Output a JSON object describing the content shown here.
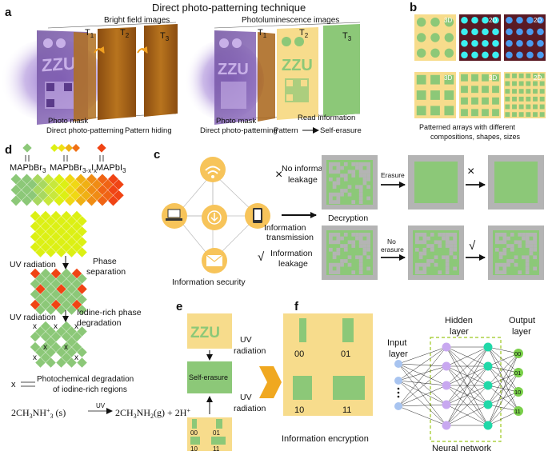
{
  "panels": {
    "a": "a",
    "b": "b",
    "c": "c",
    "d": "d",
    "e": "e",
    "f": "f"
  },
  "a": {
    "title": "Direct photo-patterning technique",
    "bright_field": "Bright field images",
    "photoluminescence": "Photoluminescence images",
    "t1": "T",
    "t1_sub": "1",
    "t2": "T",
    "t2_sub": "2",
    "t3": "T",
    "t3_sub": "3",
    "mask_text": "ZZU",
    "photo_mask_left": "Photo mask",
    "direct_left": "Direct photo-patterning",
    "pattern_hiding": "Pattern hiding",
    "photo_mask_right": "Photo mask",
    "direct_right": "Direct photo-patterning",
    "read_info": "Read information",
    "pattern": "Pattern",
    "self_erasure": "Self-erasure"
  },
  "b": {
    "tag_3d": "3D",
    "tag_2d": "2D",
    "caption1": "Patterned arrays with different",
    "caption2": "compositions, shapes, sizes"
  },
  "c": {
    "no_leak1": "No information",
    "no_leak2": "leakage",
    "cross": "×",
    "erasure": "Erasure",
    "decryption": "Decryption",
    "transmission1": "Information",
    "transmission2": "transmission",
    "check": "√",
    "leak1": "Information",
    "leak2": "leakage",
    "no_erasure1": "No",
    "no_erasure2": "erasure",
    "security": "Information security"
  },
  "d": {
    "mapbbr": "MAPbBr",
    "mapbbr_sub": "3",
    "mixed": "MAPbBr",
    "mixed_sub": "3-x",
    "mixed_i": "I",
    "mixed_isub": "x",
    "mapbi": "MAPbI",
    "mapbi_sub": "3",
    "uv1": "UV radiation",
    "phase1": "Phase",
    "phase2": "separation",
    "uv2": "UV radiation",
    "iodine1": "Iodine-rich phase",
    "iodine2": "degradation",
    "x": "x",
    "photochem1": "Photochemical degradation",
    "photochem2": "of iodine-rich regions",
    "eq_left": "2CH",
    "eq_uv": "UV",
    "eq_right": "2CH",
    "eq_tail": "+ 2H"
  },
  "e": {
    "zzu": "ZZU",
    "uv_top1": "UV",
    "uv_top2": "radiation",
    "self_erasure": "Self-erasure",
    "uv_bot1": "UV",
    "uv_bot2": "radiation",
    "c00": "00",
    "c01": "01",
    "c10": "10",
    "c11": "11"
  },
  "f": {
    "c00": "00",
    "c01": "01",
    "c10": "10",
    "c11": "11",
    "encryption": "Information encryption",
    "input1": "Input",
    "input2": "layer",
    "hidden1": "Hidden",
    "hidden2": "layer",
    "output1": "Output",
    "output2": "layer",
    "nn": "Neural network",
    "out0": "00",
    "out1": "01",
    "out2": "10",
    "out3": "11"
  },
  "colors": {
    "green": "#8cc878",
    "yellow": "#f7dc8c",
    "orange": "#f4c45a",
    "brown": "#a86418",
    "purple": "#7a5aa8",
    "maroon": "#5a1a24",
    "cyan": "#3cf0f0",
    "blue": "#4a9cf0",
    "lime": "#dcf014",
    "red": "#f04414",
    "gray": "#b4b4b4",
    "violet": "#c8a8f0",
    "teal": "#20d8a8",
    "node_blue": "#a8c4f0",
    "node_green": "#7ad04a"
  }
}
